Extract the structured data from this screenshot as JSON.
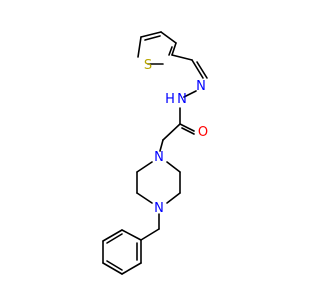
{
  "molecule": {
    "colors": {
      "bond": "#000000",
      "nitrogen": "#0000ff",
      "oxygen": "#ff0000",
      "sulfur": "#b8a600",
      "background": "#ffffff"
    },
    "atom_labels": {
      "sulfur": "S",
      "hydrazone_n": "N",
      "amide_nh": "N",
      "amide_h": "H",
      "carbonyl_o": "O",
      "piperazine_n1": "N",
      "piperazine_n4": "N"
    }
  }
}
